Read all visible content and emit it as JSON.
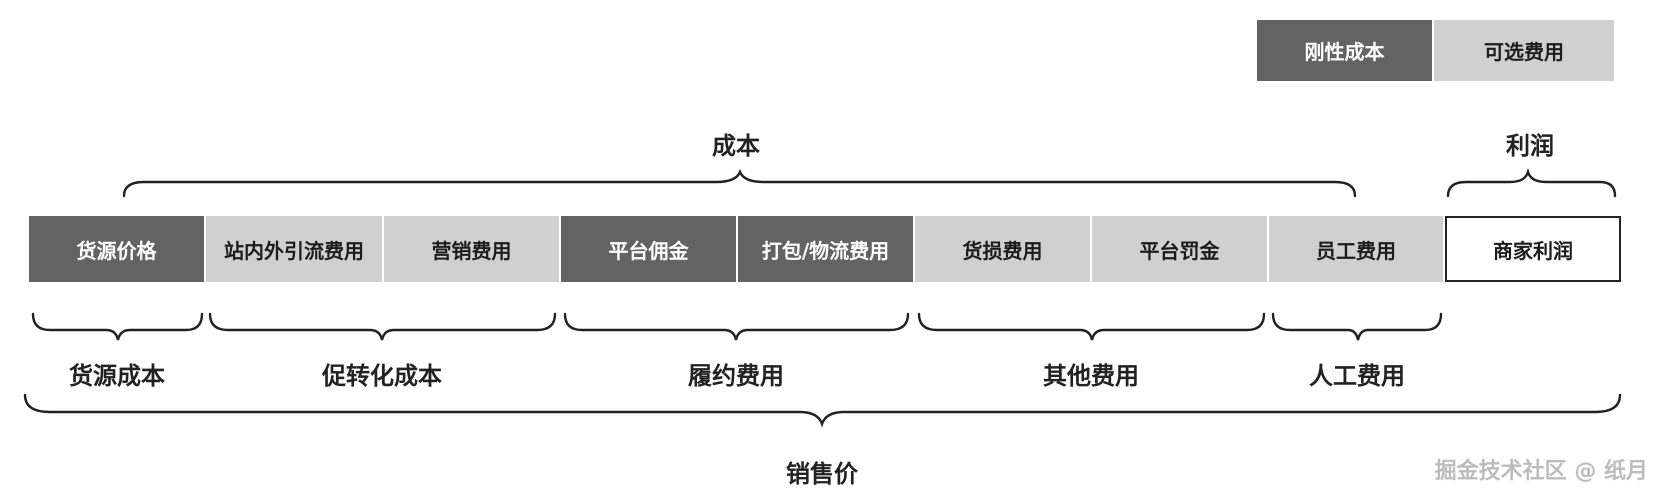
{
  "legend": {
    "rigid": "刚性成本",
    "optional": "可选费用"
  },
  "top_labels": {
    "cost": "成本",
    "profit": "利润"
  },
  "cells": [
    {
      "label": "货源价格",
      "kind": "rigid"
    },
    {
      "label": "站内外引流费用",
      "kind": "optional"
    },
    {
      "label": "营销费用",
      "kind": "optional"
    },
    {
      "label": "平台佣金",
      "kind": "rigid"
    },
    {
      "label": "打包/物流费用",
      "kind": "rigid"
    },
    {
      "label": "货损费用",
      "kind": "optional"
    },
    {
      "label": "平台罚金",
      "kind": "optional"
    },
    {
      "label": "员工费用",
      "kind": "optional"
    },
    {
      "label": "商家利润",
      "kind": "profit"
    }
  ],
  "groups": {
    "source_cost": "货源成本",
    "conversion_cost": "促转化成本",
    "fulfillment_cost": "履约费用",
    "other_cost": "其他费用",
    "labor_cost": "人工费用"
  },
  "bottom_label": "销售价",
  "watermark": "掘金技术社区 @ 纸月",
  "colors": {
    "rigid": "#636363",
    "optional": "#d0d0d0",
    "profit": "#ffffff"
  }
}
